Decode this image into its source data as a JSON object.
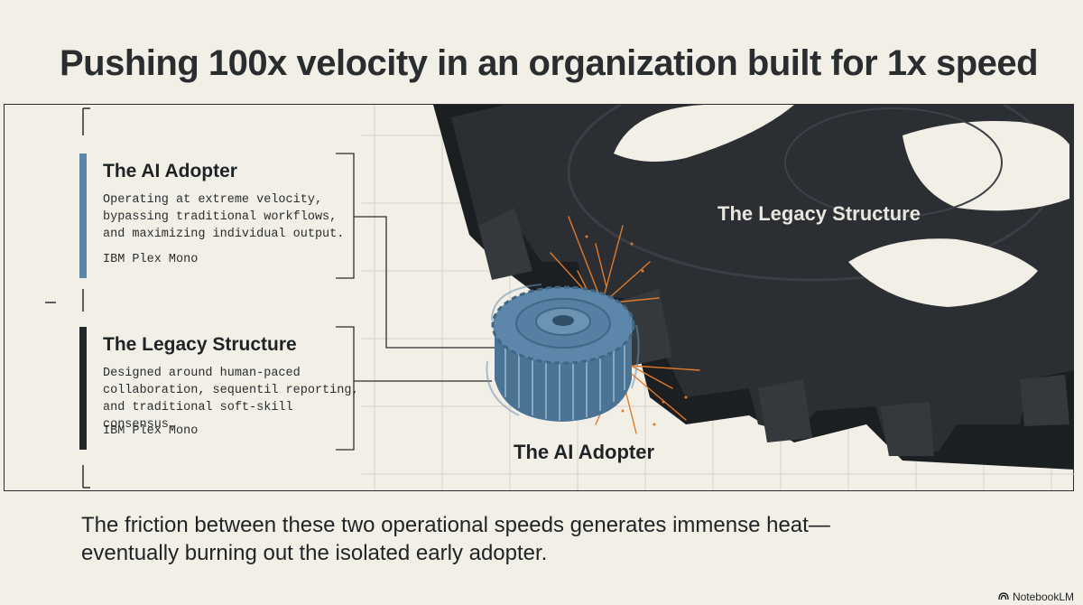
{
  "title": "Pushing 100x velocity in an organization built for 1x speed",
  "panels": [
    {
      "title": "The AI Adopter",
      "body": "Operating at extreme velocity, bypassing traditional workflows, and maximizing individual output.",
      "font_note": "IBM Plex Mono",
      "accent": "#5b86a8"
    },
    {
      "title": "The Legacy Structure",
      "body": "Designed around human-paced collaboration, sequentil reporting, and traditional soft-skill consensus.",
      "font_note": "IBM Plex Mono",
      "accent": "#24282b"
    }
  ],
  "diagram": {
    "large_gear_label": "The Legacy Structure",
    "small_gear_label": "The AI Adopter",
    "large_gear_color": "#2b2f33",
    "small_gear_color": "#5d87aa",
    "spark_color": "#e07a2a"
  },
  "footer": {
    "text": "The friction between these two operational speeds generates immense heat—eventually burning out the isolated early adopter."
  },
  "brand": {
    "name": "NotebookLM",
    "icon": "notebooklm-logo-icon"
  }
}
